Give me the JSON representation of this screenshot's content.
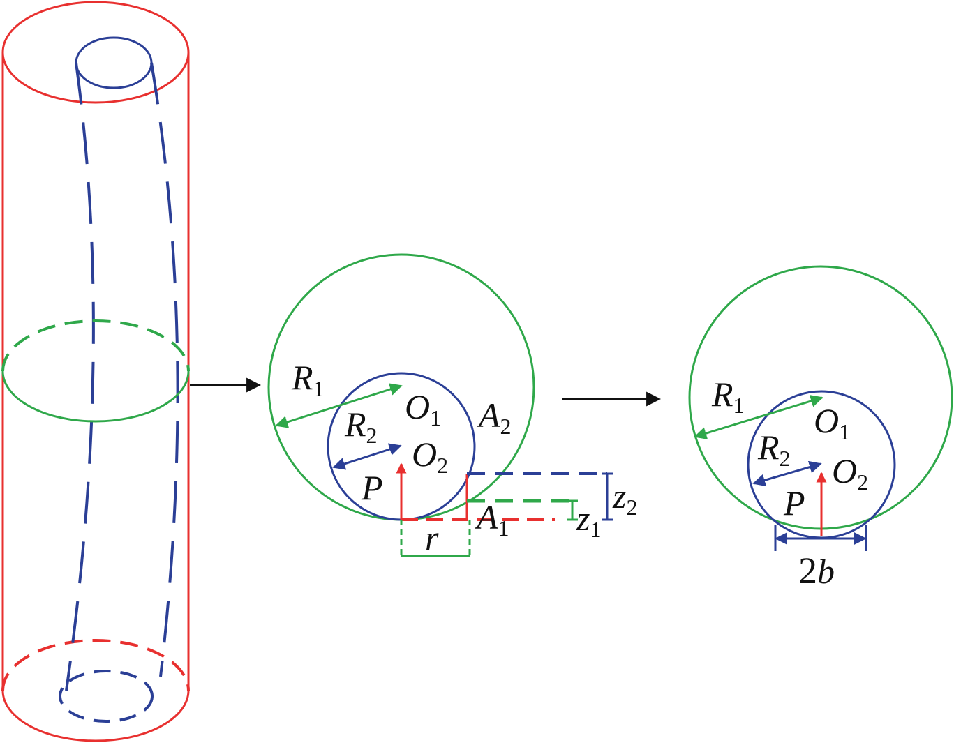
{
  "labels": {
    "mid": {
      "R1": "R",
      "R1_sub": "1",
      "R2": "R",
      "R2_sub": "2",
      "O1": "O",
      "O1_sub": "1",
      "O2": "O",
      "O2_sub": "2",
      "A2": "A",
      "A2_sub": "2",
      "A1": "A",
      "A1_sub": "1",
      "P": "P",
      "r": "r",
      "z2": "z",
      "z2_sub": "2",
      "z1": "z",
      "z1_sub": "1"
    },
    "right": {
      "R1": "R",
      "R1_sub": "1",
      "R2": "R",
      "R2_sub": "2",
      "O1": "O",
      "O1_sub": "1",
      "O2": "O",
      "O2_sub": "2",
      "P": "P",
      "width_num": "2",
      "width_var": "b"
    }
  },
  "colors": {
    "red": "#e8302f",
    "blue": "#2b3f96",
    "green": "#2fa84a",
    "black": "#111111"
  }
}
